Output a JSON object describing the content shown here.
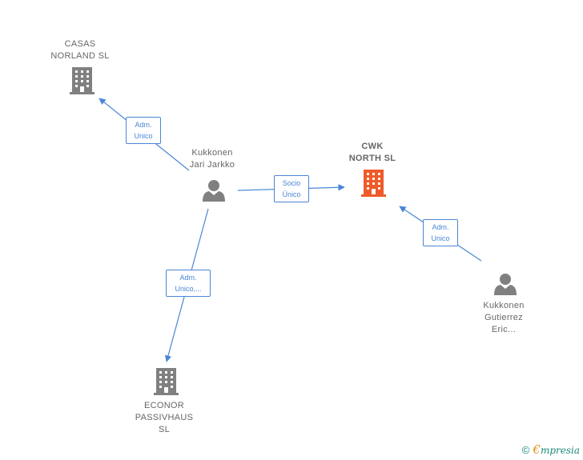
{
  "nodes": {
    "casas": {
      "line1": "CASAS",
      "line2": "NORLAND  SL"
    },
    "kukkonen_jari": {
      "line1": "Kukkonen",
      "line2": "Jari Jarkko"
    },
    "cwk": {
      "line1": "CWK",
      "line2": "NORTH  SL"
    },
    "econor": {
      "line1": "ECONOR",
      "line2": "PASSIVHAUS",
      "line3": "SL"
    },
    "kukkonen_gutierrez": {
      "line1": "Kukkonen",
      "line2": "Gutierrez",
      "line3": "Eric..."
    }
  },
  "edges": {
    "jari_to_casas": {
      "line1": "Adm.",
      "line2": "Unico"
    },
    "jari_to_cwk": {
      "line1": "Socio",
      "line2": "Único"
    },
    "jari_to_econor": {
      "line1": "Adm.",
      "line2": "Unico,..."
    },
    "gutierrez_to_cwk": {
      "line1": "Adm.",
      "line2": "Unico"
    }
  },
  "colors": {
    "edge": "#4a86d6",
    "company": "#808080",
    "focus_company": "#f05a28",
    "person": "#808080"
  },
  "icons": {
    "company": "building-icon",
    "person": "person-icon"
  },
  "footer": {
    "copyright": "©",
    "brand_first": "€",
    "brand_rest": "mpresia"
  }
}
